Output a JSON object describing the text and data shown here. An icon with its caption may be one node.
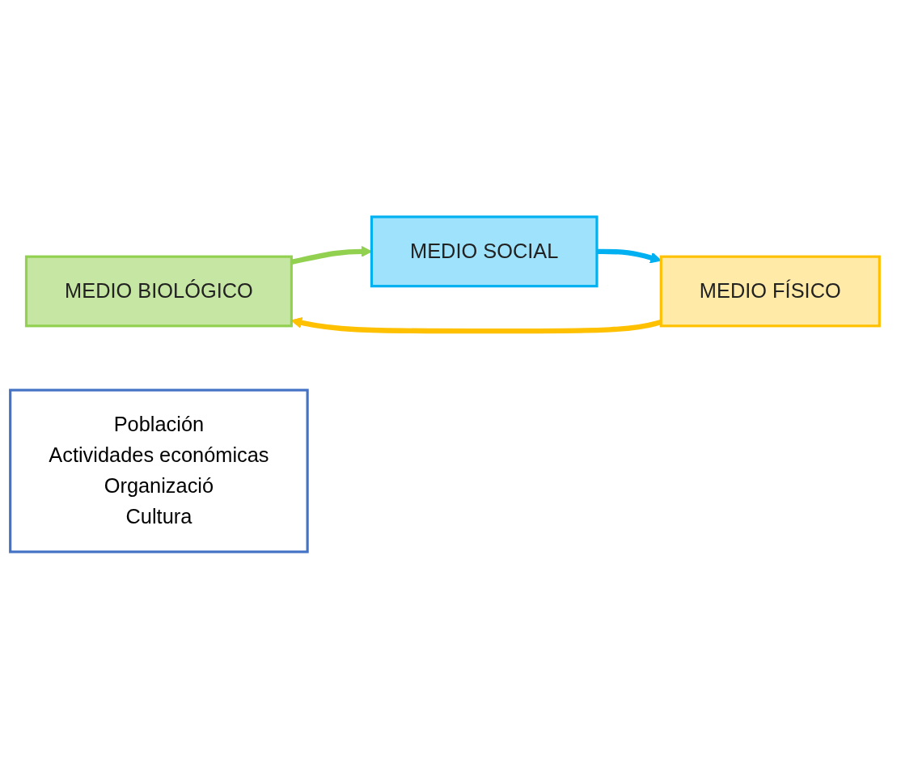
{
  "diagram": {
    "nodes": [
      {
        "text": [
          "MEDIO BIOLÓGICO"
        ]
      },
      {
        "text": [
          "MEDIO SOCIAL"
        ]
      },
      {
        "text": [
          "MEDIO FÍSICO"
        ]
      },
      {
        "text": [
          "Población",
          "Actividades económicas",
          "Organizació",
          "Cultura"
        ]
      }
    ],
    "edges": [
      {
        "from": 0,
        "to": 1,
        "arrow": "to",
        "color": "#92d050"
      },
      {
        "from": 1,
        "to": 2,
        "arrow": "to",
        "color": "#00b0f0"
      },
      {
        "from": 2,
        "to": 0,
        "arrow": "to",
        "color": "#ffc000"
      }
    ]
  }
}
